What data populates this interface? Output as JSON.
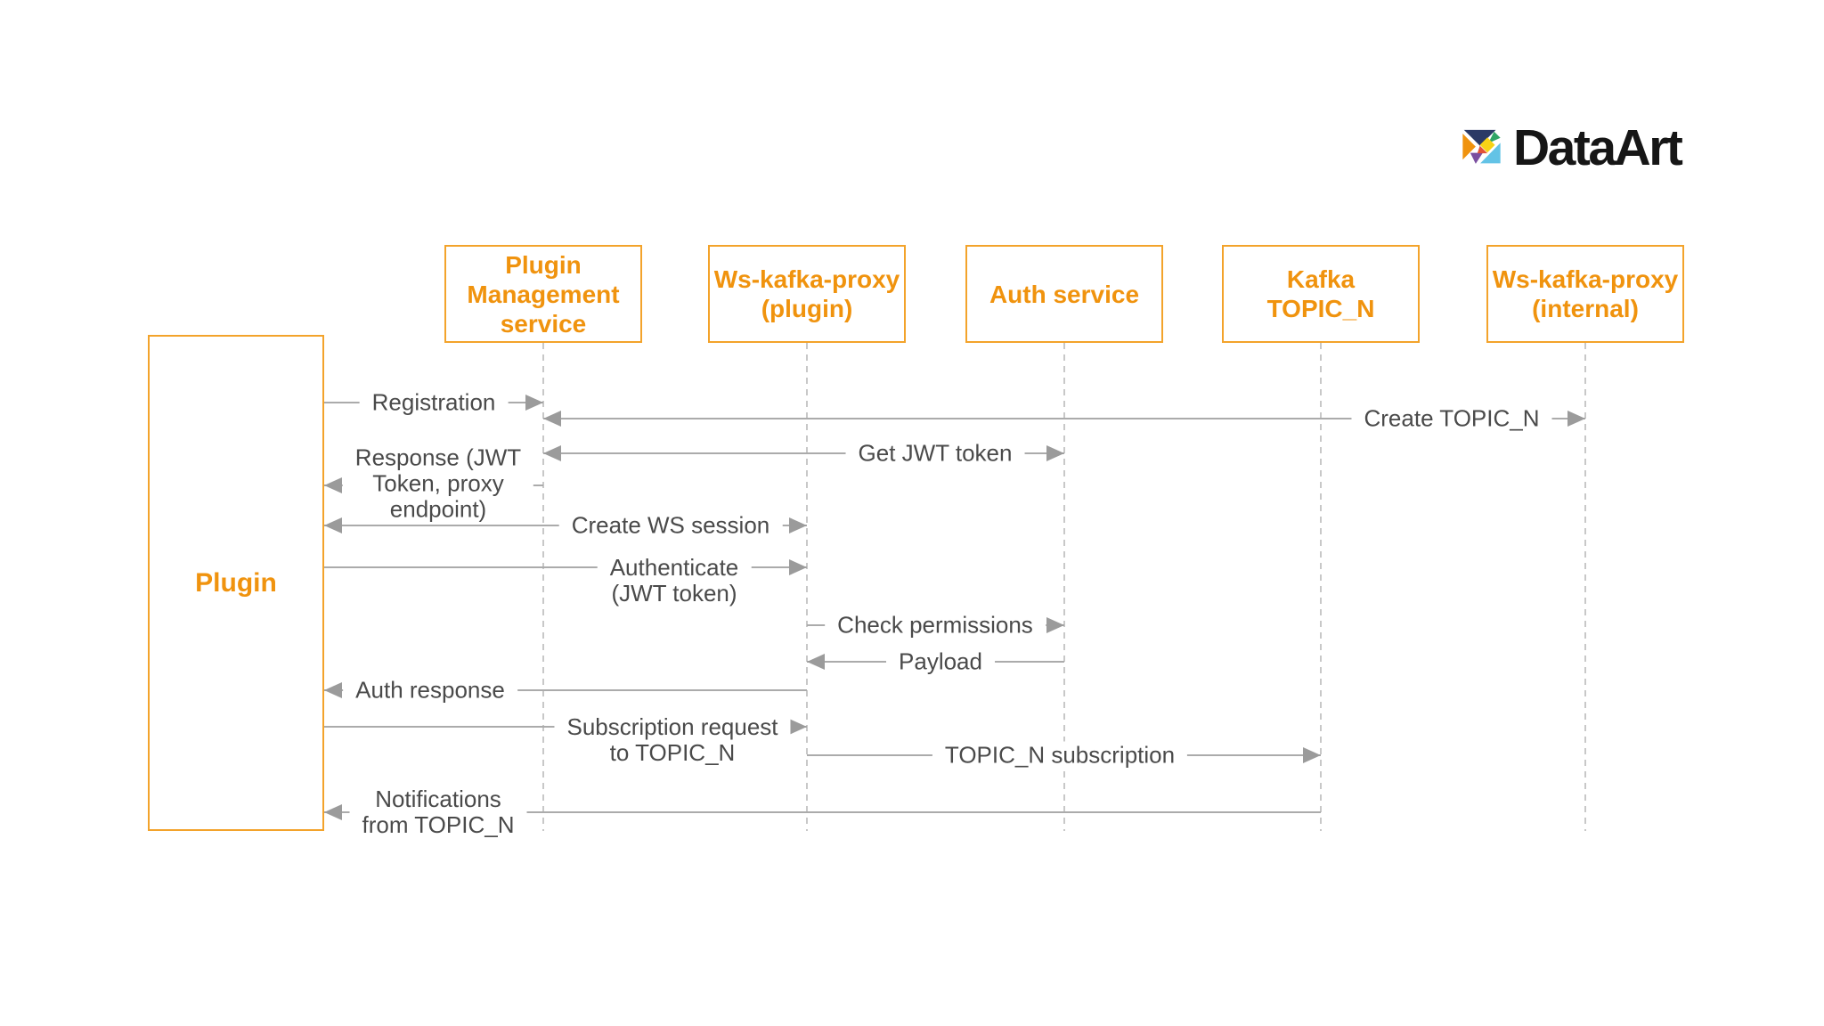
{
  "diagram": {
    "type": "sequence-diagram",
    "background": "#FFFFFF"
  },
  "brand": {
    "name": "DataArt",
    "text_color": "#161616",
    "logomark_colors": {
      "navy": "#2B3A66",
      "green": "#2FA566",
      "yellow": "#F7D316",
      "orange": "#F0930E",
      "red": "#E25238",
      "purple": "#7B4FA0",
      "light_blue": "#63C3E6"
    }
  },
  "colors": {
    "accent_orange": "#F0930E",
    "box_border_orange": "#F3A32B",
    "message_text": "#4A4A4A",
    "line_gray": "#ABABAB",
    "arrow_gray": "#9B9B9B",
    "lifeline_gray": "#C8C8C8"
  },
  "actors": {
    "plugin": {
      "label": "Plugin"
    },
    "participants": [
      {
        "lines": [
          "Plugin",
          "Management",
          "service"
        ]
      },
      {
        "lines": [
          "Ws-kafka-proxy",
          "(plugin)"
        ]
      },
      {
        "lines": [
          "Auth service"
        ]
      },
      {
        "lines": [
          "Kafka",
          "TOPIC_N"
        ]
      },
      {
        "lines": [
          "Ws-kafka-proxy",
          "(internal)"
        ]
      }
    ]
  },
  "messages": [
    {
      "name": "registration",
      "lines": [
        "Registration"
      ],
      "from": "Plugin",
      "to": "Plugin Management service",
      "arrowheads": "right"
    },
    {
      "name": "create-topic-n",
      "lines": [
        "Create TOPIC_N"
      ],
      "from": "Plugin Management service",
      "to": "Ws-kafka-proxy (internal)",
      "arrowheads": "both"
    },
    {
      "name": "get-jwt-token",
      "lines": [
        "Get JWT token"
      ],
      "from": "Plugin Management service",
      "to": "Auth service",
      "arrowheads": "both"
    },
    {
      "name": "response-jwt",
      "lines": [
        "Response (JWT",
        "Token, proxy",
        "endpoint)"
      ],
      "from": "Plugin Management service",
      "to": "Plugin",
      "arrowheads": "left"
    },
    {
      "name": "create-ws-session",
      "lines": [
        "Create WS session"
      ],
      "from": "Plugin",
      "to": "Ws-kafka-proxy (plugin)",
      "arrowheads": "both"
    },
    {
      "name": "authenticate",
      "lines": [
        "Authenticate",
        "(JWT token)"
      ],
      "from": "Plugin",
      "to": "Ws-kafka-proxy (plugin)",
      "arrowheads": "right"
    },
    {
      "name": "check-permissions",
      "lines": [
        "Check permissions"
      ],
      "from": "Ws-kafka-proxy (plugin)",
      "to": "Auth service",
      "arrowheads": "right"
    },
    {
      "name": "payload",
      "lines": [
        "Payload"
      ],
      "from": "Auth service",
      "to": "Ws-kafka-proxy (plugin)",
      "arrowheads": "left"
    },
    {
      "name": "auth-response",
      "lines": [
        "Auth response"
      ],
      "from": "Ws-kafka-proxy (plugin)",
      "to": "Plugin",
      "arrowheads": "left"
    },
    {
      "name": "subscription-request",
      "lines": [
        "Subscription request",
        "to TOPIC_N"
      ],
      "from": "Plugin",
      "to": "Ws-kafka-proxy (plugin)",
      "arrowheads": "right"
    },
    {
      "name": "topic-n-subscription",
      "lines": [
        "TOPIC_N subscription"
      ],
      "from": "Ws-kafka-proxy (plugin)",
      "to": "Kafka TOPIC_N",
      "arrowheads": "right"
    },
    {
      "name": "notifications",
      "lines": [
        "Notifications",
        "from TOPIC_N"
      ],
      "from": "Kafka TOPIC_N",
      "to": "Plugin",
      "arrowheads": "left"
    }
  ]
}
